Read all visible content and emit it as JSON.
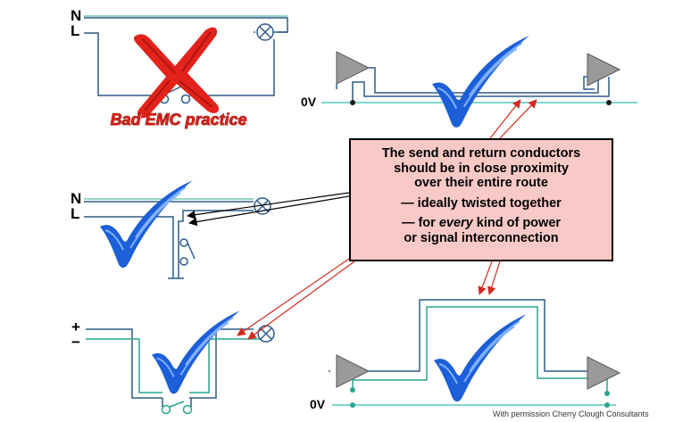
{
  "colors": {
    "wire": "#2e5b8a",
    "return_wire": "#2aa58f",
    "ground_wire": "#55c9b8",
    "pointer_arrow": "#d42a1e",
    "tick": "#1c5fd8",
    "cross": "#e3221b",
    "callout_fill": "#f8c9c6",
    "amplifier_fill": "#9a9a9a"
  },
  "labels": {
    "top_left_n": "N",
    "top_left_l": "L",
    "mid_left_n": "N",
    "mid_left_l": "L",
    "dc_plus": "+",
    "dc_minus": "−",
    "ov_top": "0V",
    "ov_bottom": "0V"
  },
  "bad_caption": "Bad EMC practice",
  "callout": {
    "line1": "The send and return conductors",
    "line2": "should be in close proximity",
    "line3": "over their entire route",
    "line4": "— ideally twisted together",
    "line5_pre": "— for ",
    "line5_em": "every",
    "line5_post": " kind of power",
    "line6": "or signal interconnection"
  },
  "credit": "With permission Cherry Clough Consultants",
  "icons": [
    "cross-mark-icon",
    "tick-mark-icon",
    "lamp-icon",
    "switch-icon",
    "amplifier-icon"
  ]
}
